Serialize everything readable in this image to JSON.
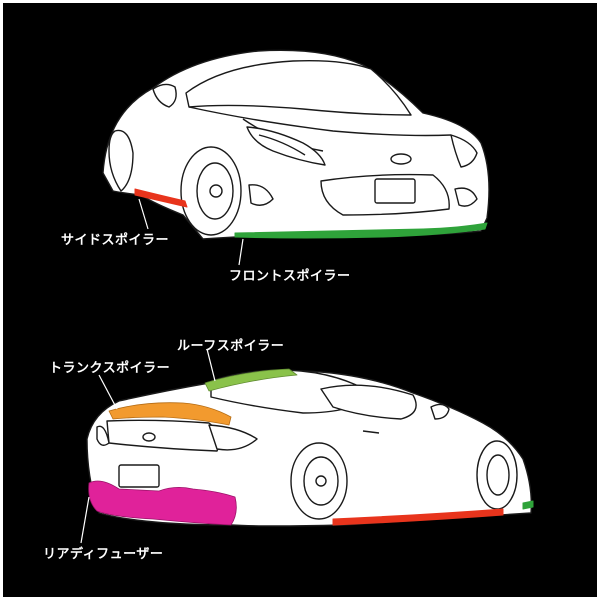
{
  "labels": {
    "side_spoiler": "サイドスポイラー",
    "front_spoiler": "フロントスポイラー",
    "roof_spoiler": "ルーフスポイラー",
    "trunk_spoiler": "トランクスポイラー",
    "rear_diffuser": "リアディフューザー"
  },
  "colors": {
    "background": "#000000",
    "car_body": "#ffffff",
    "outline": "#1a1a1a",
    "side_spoiler": "#e8341c",
    "front_spoiler": "#2fa33a",
    "roof_spoiler": "#8ac24a",
    "trunk_spoiler": "#f29a2e",
    "rear_diffuser": "#e0229a"
  }
}
